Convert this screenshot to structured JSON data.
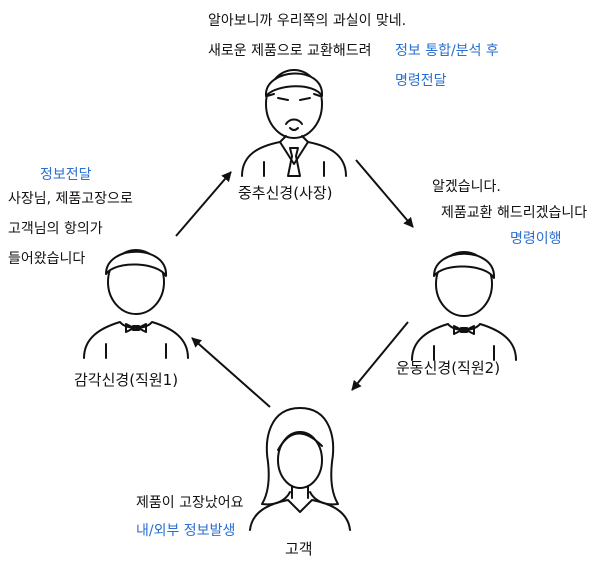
{
  "colors": {
    "ink": "#111111",
    "accent": "#2a6fd1"
  },
  "nodes": {
    "boss": {
      "label": "중추신경(사장)",
      "speech": [
        "알아보니까 우리쪽의 과실이 맞네.",
        "새로운 제품으로 교환해드려"
      ],
      "note": [
        "정보 통합/분석 후",
        "명령전달"
      ],
      "icon": "man-mustache-tie-icon"
    },
    "employee2": {
      "label": "운동신경(직원2)",
      "speech": [
        "알겠습니다.",
        "제품교환 해드리겠습니다"
      ],
      "note": [
        "명령이행"
      ],
      "icon": "man-bowtie-icon"
    },
    "customer": {
      "label": "고객",
      "speech": [
        "제품이 고장났어요"
      ],
      "note": [
        "내/외부 정보발생"
      ],
      "icon": "woman-icon"
    },
    "employee1": {
      "label": "감각신경(직원1)",
      "speech": [
        "사장님, 제품고장으로",
        "고객님의 항의가",
        "들어왔습니다"
      ],
      "note": [
        "정보전달"
      ],
      "icon": "man-bowtie-icon"
    }
  }
}
